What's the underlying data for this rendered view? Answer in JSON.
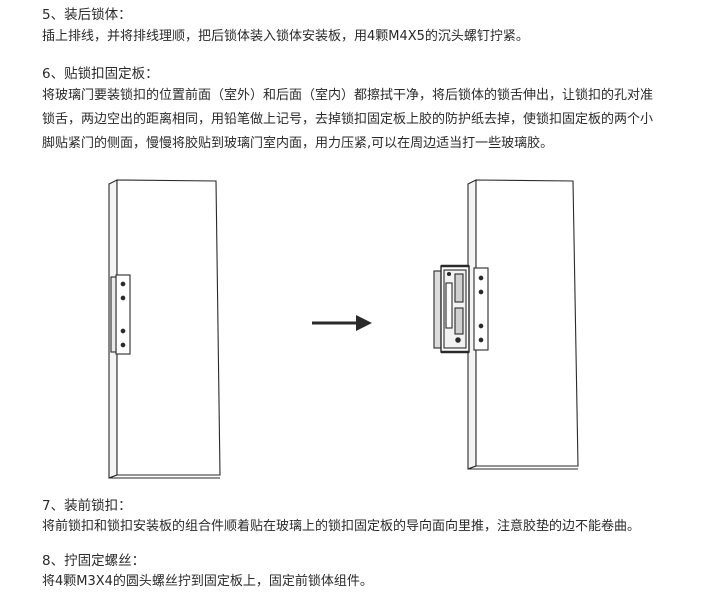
{
  "sections": [
    {
      "heading": "5、装后锁体：",
      "lines": [
        "插上排线，并将排线理顺，把后锁体装入锁体安装板，用4颗M4X5的沉头螺钉拧紧。"
      ]
    },
    {
      "heading": "6、贴锁扣固定板：",
      "lines": [
        "将玻璃门要装锁扣的位置前面（室外）和后面（室内）都擦拭干净，将后锁体的锁舌伸出，让锁扣的孔对准",
        "锁舌，两边空出的距离相同，用铅笔做上记号，去掉锁扣固定板上胶的防护纸去掉，使锁扣固定板的两个小",
        "脚贴紧门的侧面，慢慢将胶贴到玻璃门室内面，用力压紧,可以在周边适当打一些玻璃胶。"
      ]
    },
    {
      "heading": "7、装前锁扣：",
      "lines": [
        "将前锁扣和锁扣安装板的组合件顺着贴在玻璃上的锁扣固定板的导向面向里推，注意胶垫的边不能卷曲。"
      ]
    },
    {
      "heading": "8、拧固定螺丝：",
      "lines": [
        "将4颗M3X4的圆头螺丝拧到固定板上，固定前锁体组件。"
      ]
    }
  ],
  "figure": {
    "left_panel": "door-with-strike-plate",
    "right_panel": "door-with-lock-and-strike",
    "arrow": "arrow-right-icon",
    "line_color": "#2a2a2a"
  }
}
